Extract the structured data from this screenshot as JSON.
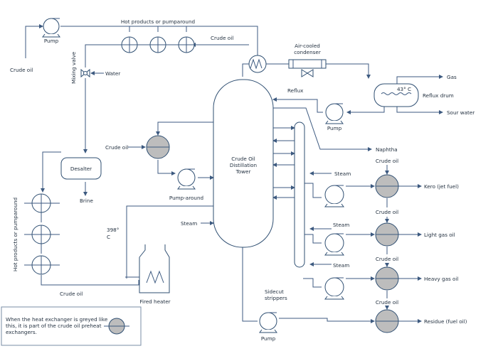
{
  "diagram": {
    "labels": {
      "pump_top": "Pump",
      "crude_oil_in": "Crude oil",
      "hot_products_top": "Hot products or pumparound",
      "crude_oil_top": "Crude oil",
      "air_cooled": "Air-cooled",
      "condenser": "condenser",
      "gas": "Gas",
      "reflux_drum": "Reflux drum",
      "temp_drum": "43° C",
      "sour_water": "Sour water",
      "reflux": "Reflux",
      "pump_reflux": "Pump",
      "mixing_valve": "Mixing valve",
      "water": "Water",
      "naphtha": "Naphtha",
      "crude_oil_left": "Crude oil",
      "tower_1": "Crude Oil",
      "tower_2": "Distillation",
      "tower_3": "Tower",
      "desalter": "Desalter",
      "brine": "Brine",
      "pump_around": "Pump-around",
      "steam_1": "Steam",
      "crude_oil_kero_top": "Crude oil",
      "kero": "Kero (jet fuel)",
      "crude_oil_kero_bot": "Crude oil",
      "hot_products_left": "Hot products or pumparound",
      "temp_398_value": "398°",
      "temp_398_unit": "C",
      "steam_tower": "Steam",
      "steam_2": "Steam",
      "light_gas_oil": "Light gas oil",
      "steam_3": "Steam",
      "crude_oil_lgo_bot": "Crude oil",
      "heavy_gas_oil": "Heavy gas oil",
      "crude_oil_hgo_bot": "Crude oil",
      "crude_oil_bottom": "Crude oil",
      "fired_heater": "Fired heater",
      "sidecut_1": "Sidecut",
      "sidecut_2": "strippers",
      "pump_bottom": "Pump",
      "residue": "Residue (fuel oil)"
    },
    "legend": {
      "line1": "When the heat exchanger is greyed like",
      "line2": "this, it is part of the crude oil preheat",
      "line3": "exchangers."
    }
  }
}
